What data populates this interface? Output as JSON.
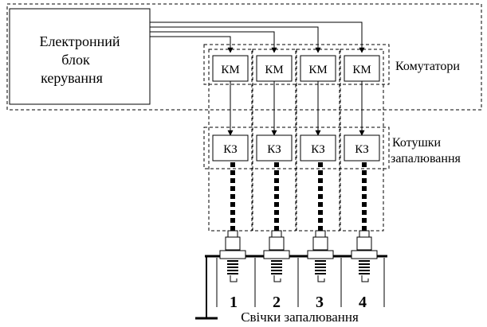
{
  "ecu": {
    "label_lines": [
      "Електронний",
      "блок",
      "керування"
    ]
  },
  "switch_label": "КМ",
  "coil_label": "КЗ",
  "group_labels": {
    "switches": "Комутатори",
    "coils_lines": [
      "Котушки",
      "запалювання"
    ]
  },
  "cylinders": [
    "1",
    "2",
    "3",
    "4"
  ],
  "plugs_label": "Свічки запалювання"
}
